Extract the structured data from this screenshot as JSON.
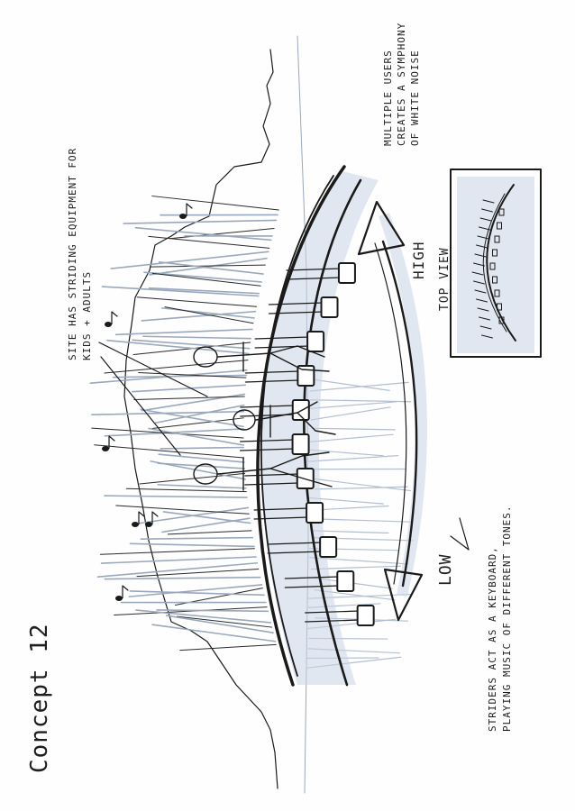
{
  "title": "Concept 12",
  "notes": {
    "site_equipment": [
      "SITE HAS STRIDING EQUIPMENT FOR",
      "KIDS + ADULTS"
    ],
    "multiple_users": [
      "MULTIPLE USERS",
      "CREATES A SYMPHONY",
      "OF WHITE NOISE"
    ],
    "striders": [
      "STRIDERS ACT AS A KEYBOARD,",
      "PLAYING MUSIC OF DIFFERENT TONES."
    ]
  },
  "scale": {
    "high": "HIGH",
    "low": "LOW"
  },
  "top_view_label": "TOP VIEW",
  "colors": {
    "ink": "#1a1a1a",
    "marker_wash": "#c9d3e3",
    "pale_line": "#9aa8bd",
    "paper": "#fefefe"
  }
}
